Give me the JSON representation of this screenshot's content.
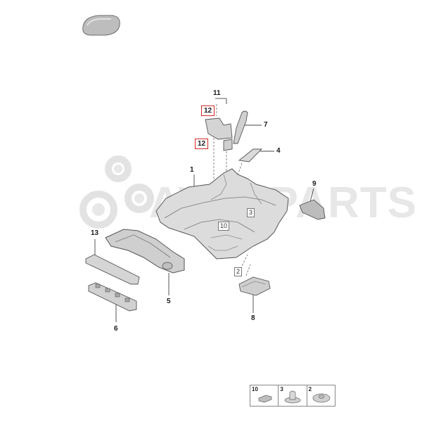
{
  "watermark": "AVTOPARTS",
  "callouts": {
    "c1": "1",
    "c4": "4",
    "c5": "5",
    "c6": "6",
    "c7": "7",
    "c8": "8",
    "c9": "9",
    "c11": "11",
    "c13": "13"
  },
  "boxed_callouts": {
    "b2": "2",
    "b3": "3",
    "b10": "10"
  },
  "highlighted_callouts": {
    "h12a": "12",
    "h12b": "12"
  },
  "legend": [
    {
      "num": "10",
      "icon": "plug-cap-icon"
    },
    {
      "num": "3",
      "icon": "expanding-clip-icon"
    },
    {
      "num": "2",
      "icon": "round-retainer-icon"
    }
  ],
  "colors": {
    "highlight_border": "#d62828",
    "part_fill": "#d9d9d9",
    "part_stroke": "#555555"
  }
}
